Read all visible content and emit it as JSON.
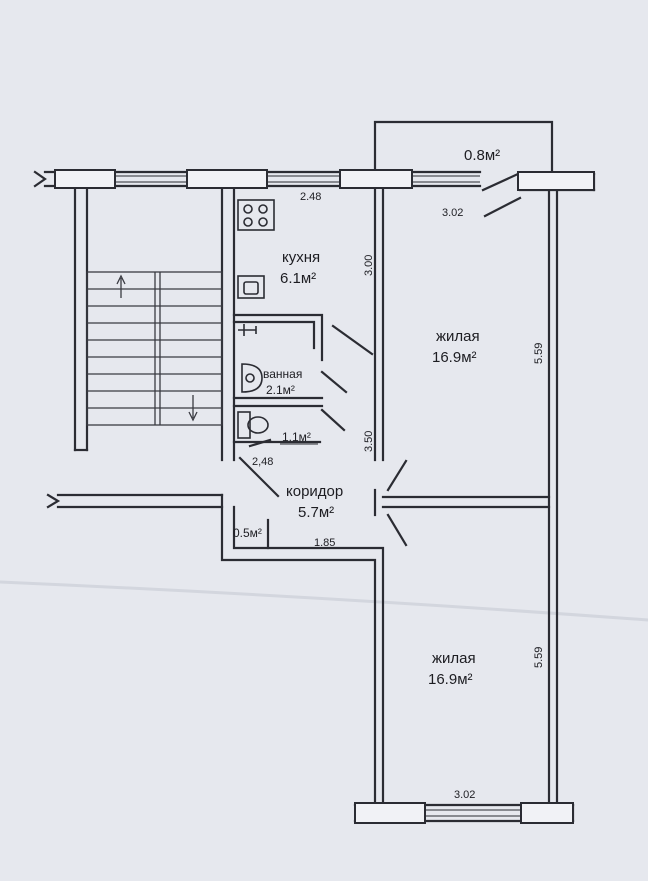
{
  "rooms": {
    "kitchen": {
      "name": "кухня",
      "area": "6.1м²"
    },
    "living1": {
      "name": "жилая",
      "area": "16.9м²"
    },
    "living2": {
      "name": "жилая",
      "area": "16.9м²"
    },
    "bathroom": {
      "name": "ванная",
      "area": "2.1м²"
    },
    "toilet": {
      "area": "1.1м²"
    },
    "corridor": {
      "name": "коридор",
      "area": "5.7м²"
    },
    "closet": {
      "area": "0.5м²"
    },
    "balcony": {
      "area": "0.8м²"
    }
  },
  "dimensions": {
    "kitchen_width": "2.48",
    "kitchen_length": "3.00",
    "balcony_door": "3.02",
    "living1_length": "5.59",
    "bath_length": "3.50",
    "bath_width": "2,48",
    "corridor_width": "1.85",
    "living2_length": "5.59",
    "living2_width": "3.02"
  },
  "colors": {
    "wall": "#2b2c33",
    "paper": "#e6e8ee",
    "window_fill": "#f1f2f6"
  }
}
